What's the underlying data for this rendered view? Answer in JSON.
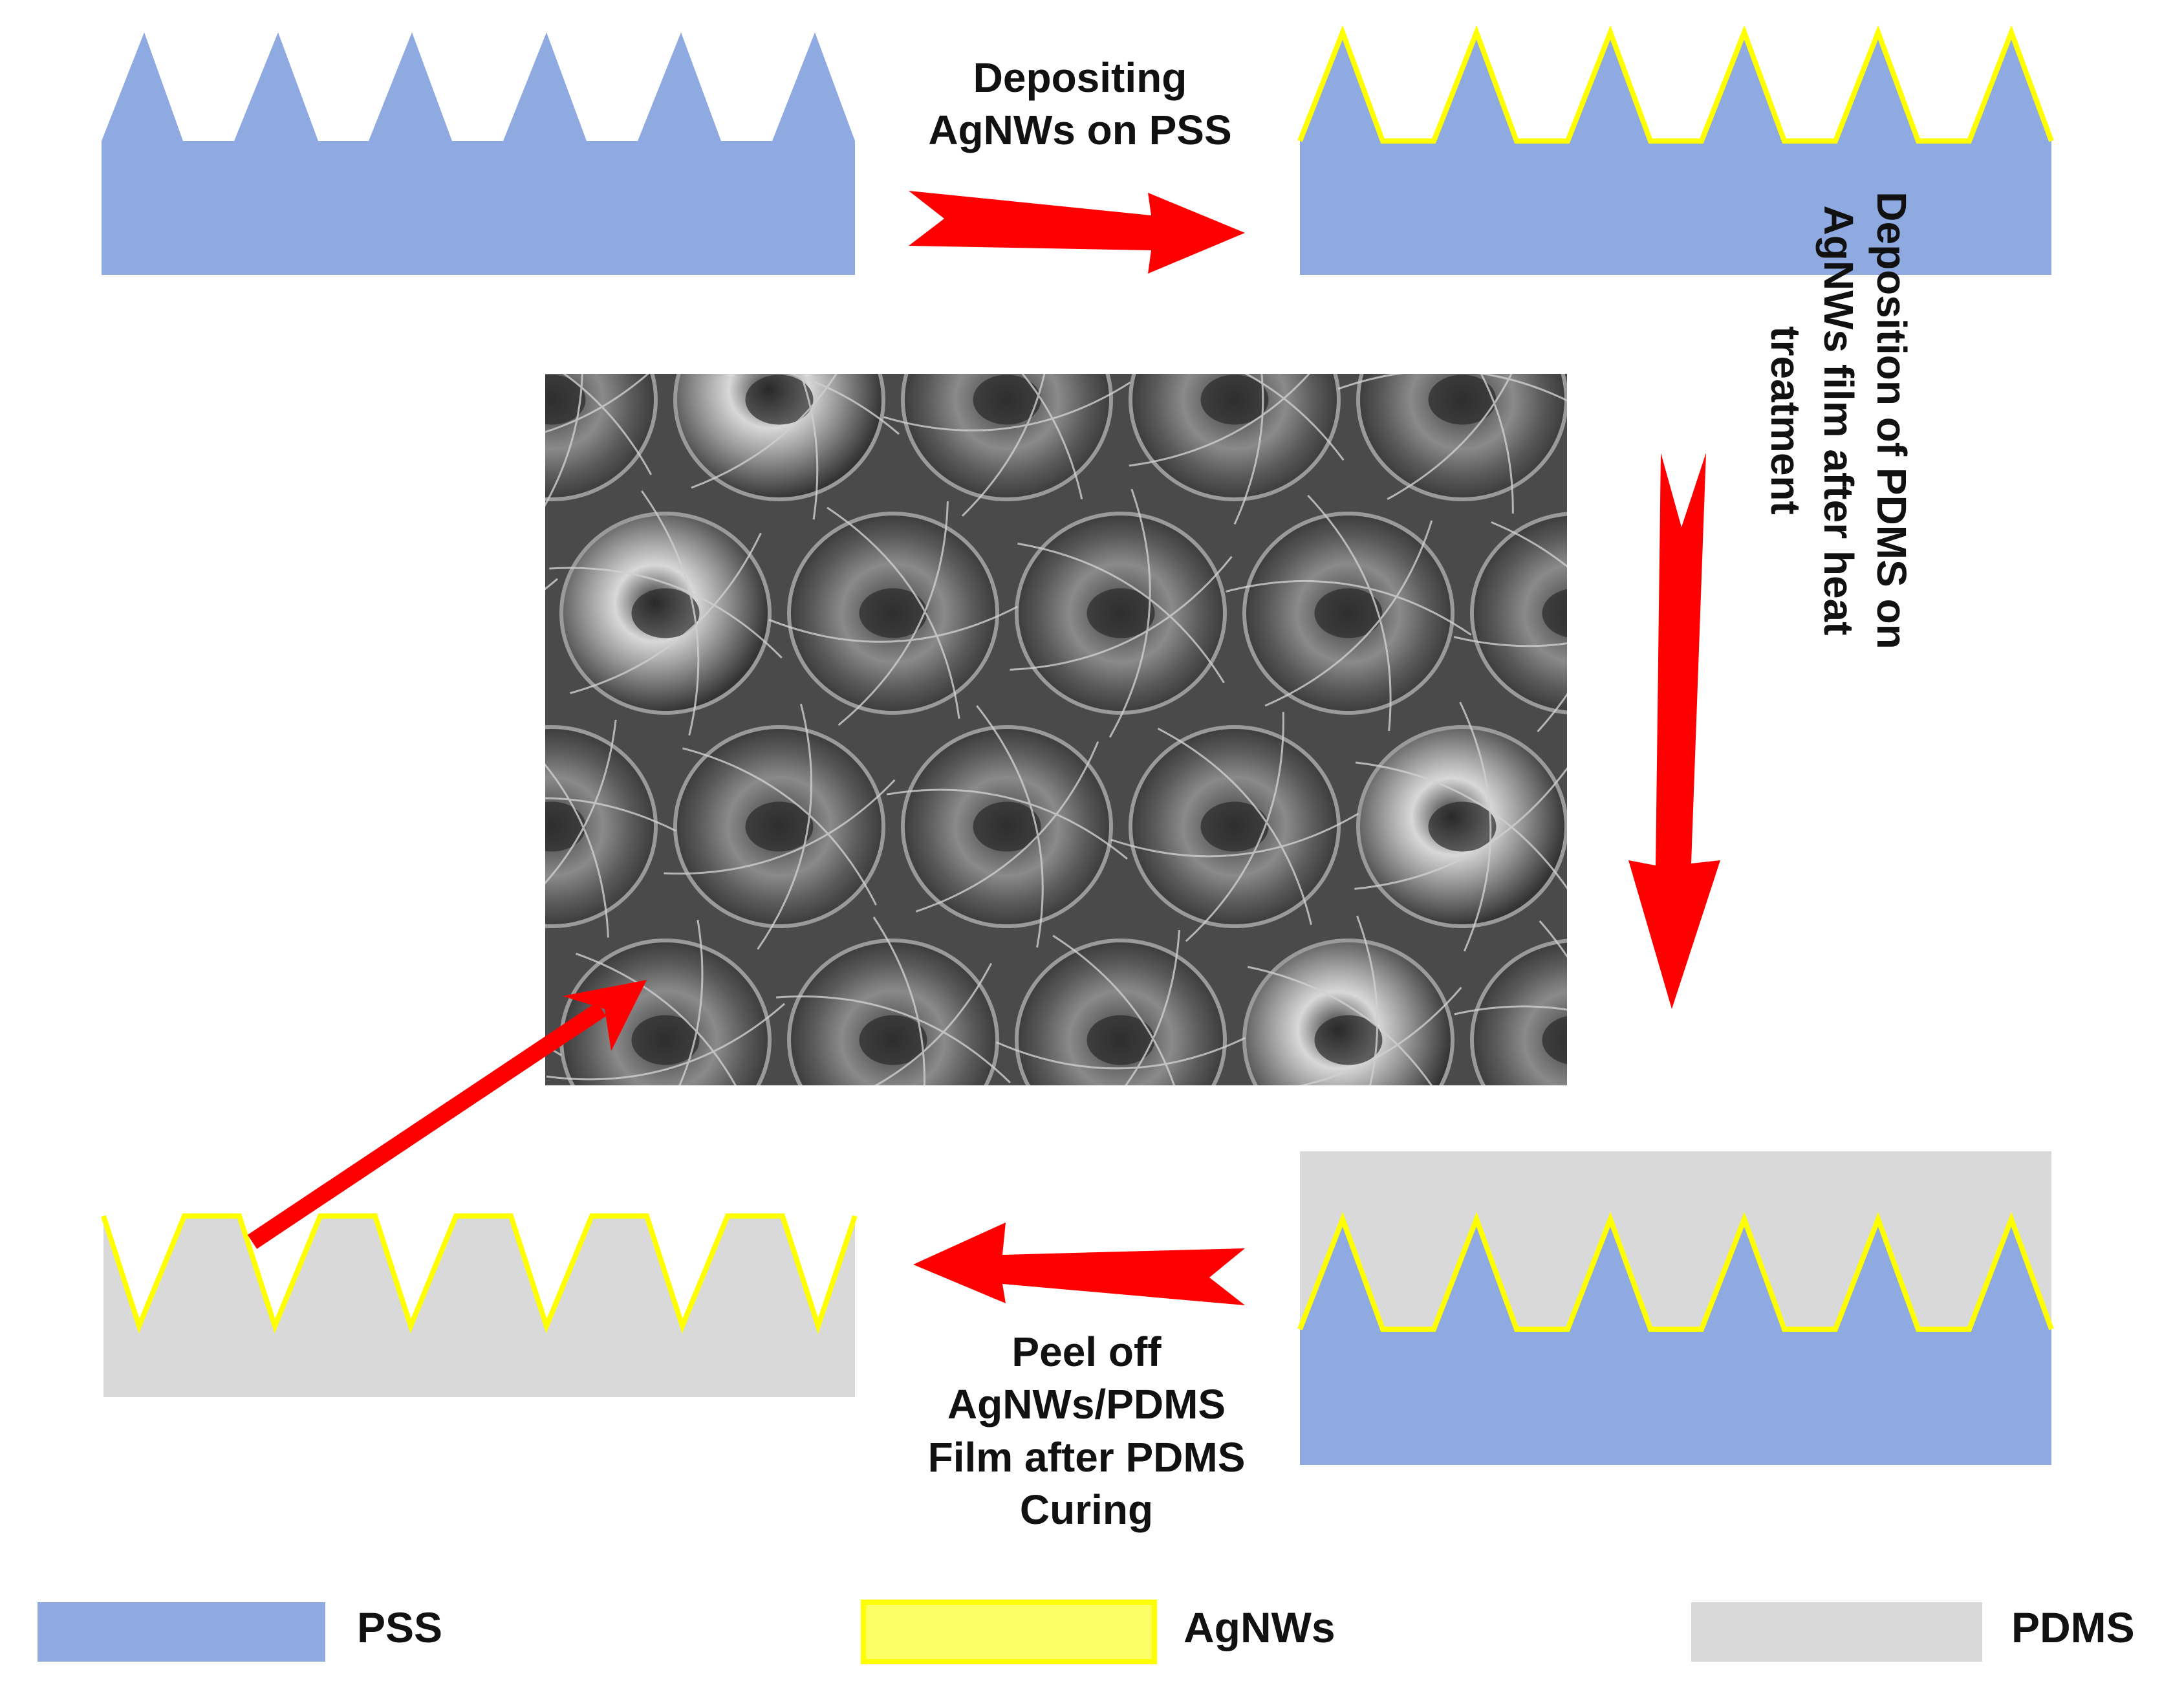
{
  "steps": {
    "depositing_lines": [
      "Depositing",
      "AgNWs on PSS"
    ],
    "deposition_lines": [
      "Deposition of PDMS on",
      "AgNWs film after heat",
      "treatment"
    ],
    "peel_lines": [
      "Peel off",
      "AgNWs/PDMS",
      "Film after PDMS",
      "Curing"
    ]
  },
  "legend": {
    "pss_label": "PSS",
    "agnws_label": "AgNWs",
    "pdms_label": "PDMS"
  },
  "colors": {
    "pss": "#8faae0",
    "agnws": "#ffff00",
    "agnws_fill": "#ffff66",
    "pdms": "#d9d9d9",
    "arrow": "#ff0000",
    "sem_background": "#4a4a4a"
  },
  "sem_image": {
    "description_icon": "sem-micrograph"
  }
}
